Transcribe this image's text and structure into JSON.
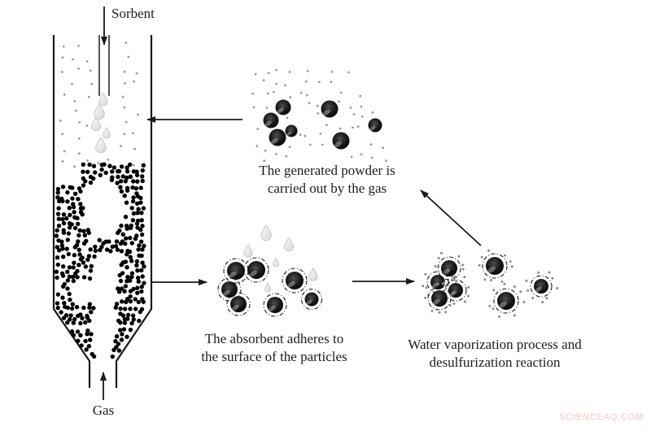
{
  "reactor": {
    "sorbent_label": "Sorbent",
    "gas_label": "Gas"
  },
  "stages": [
    {
      "id": "generated-powder",
      "caption": "The generated powder is\ncarried out by the gas"
    },
    {
      "id": "absorbent-adheres",
      "caption": "The absorbent adheres to\nthe surface of the particles"
    },
    {
      "id": "water-vaporization",
      "caption": "Water vaporization process and\ndesulfurization reaction"
    }
  ],
  "watermark": "SCIENCEAQ.COM",
  "colors": {
    "background": "#ffffff",
    "ink": "#1a1a1a",
    "particle_black": "#000000",
    "powder_gray": "#9a9a9a",
    "ring_gray": "#8a8a8a",
    "droplet_stroke": "#c4c4c4",
    "watermark_pink": "#f2c6c6"
  }
}
